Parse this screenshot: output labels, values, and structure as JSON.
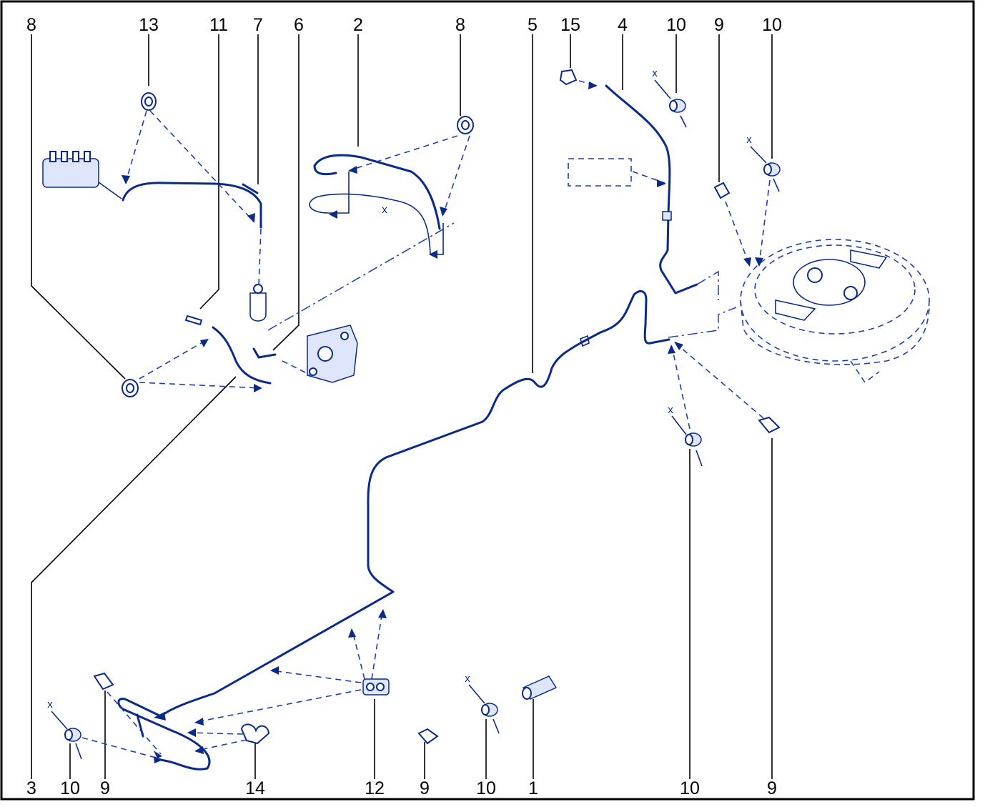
{
  "diagram": {
    "callouts_top": [
      "8",
      "13",
      "11",
      "7",
      "6",
      "2",
      "8",
      "5",
      "15",
      "4",
      "10",
      "9",
      "10"
    ],
    "callouts_bottom": [
      "3",
      "10",
      "9",
      "14",
      "12",
      "9",
      "10",
      "1",
      "10",
      "9"
    ],
    "cross_marks": [
      "x",
      "x",
      "x",
      "x",
      "x",
      "x"
    ],
    "colors": {
      "line": "#0a2a8a",
      "leader": "#000000",
      "dash": "#1e3fb0"
    }
  }
}
